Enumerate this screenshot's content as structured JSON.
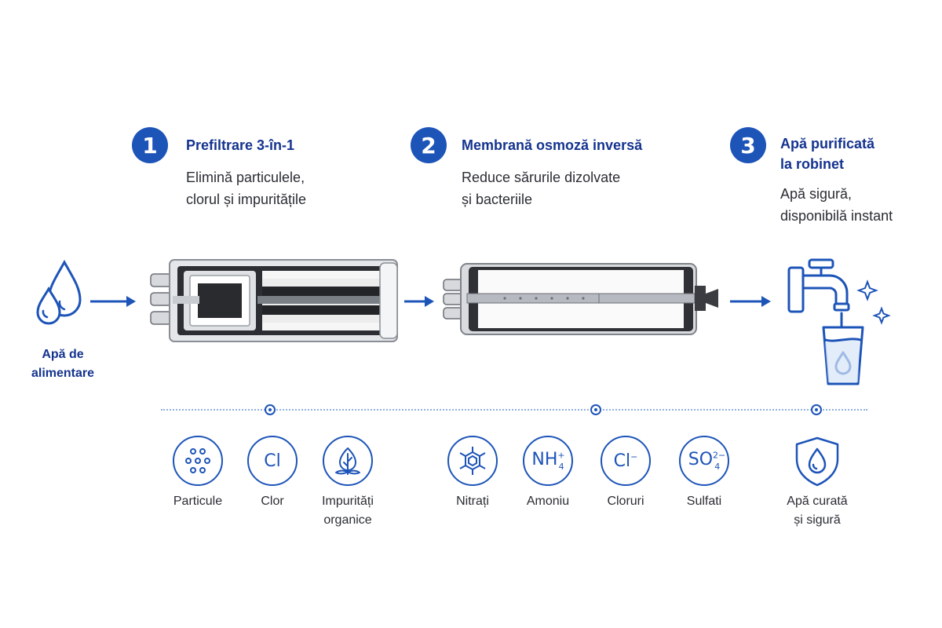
{
  "feed": {
    "label_line1": "Apă de",
    "label_line2": "alimentare"
  },
  "steps": [
    {
      "number": "1",
      "title_line1": "Prefiltrare 3-în-1",
      "title_line2": "",
      "desc_line1": "Elimină particulele,",
      "desc_line2": "clorul și impuritățile"
    },
    {
      "number": "2",
      "title_line1": "Membrană osmoză inversă",
      "title_line2": "",
      "desc_line1": "Reduce sărurile dizolvate",
      "desc_line2": "și bacteriile"
    },
    {
      "number": "3",
      "title_line1": "Apă purificată",
      "title_line2": "la robinet",
      "desc_line1": "Apă sigură,",
      "desc_line2": "disponibilă instant"
    }
  ],
  "contaminants": {
    "particles": {
      "label": "Particule",
      "icon": "particles-icon"
    },
    "chlorine": {
      "label": "Clor",
      "symbol": "Cl"
    },
    "organics": {
      "label_line1": "Impurități",
      "label_line2": "organice",
      "icon": "leaf-icon"
    },
    "nitrates": {
      "label": "Nitrați",
      "icon": "molecule-icon"
    },
    "ammonium": {
      "label": "Amoniu",
      "symbol": "NH",
      "sup": "+",
      "sub": "4"
    },
    "chlorides": {
      "label": "Cloruri",
      "symbol": "Cl",
      "sup": "−"
    },
    "sulfates": {
      "label": "Sulfati",
      "symbol": "SO",
      "sup": "2−",
      "sub": "4"
    },
    "safe_water": {
      "label_line1": "Apă curată",
      "label_line2": "și sigură",
      "icon": "shield-drop-icon"
    }
  },
  "colors": {
    "accent": "#1d54b8",
    "title": "#14338f",
    "text": "#2a2d34",
    "dotted_line": "#8fb0e0"
  }
}
